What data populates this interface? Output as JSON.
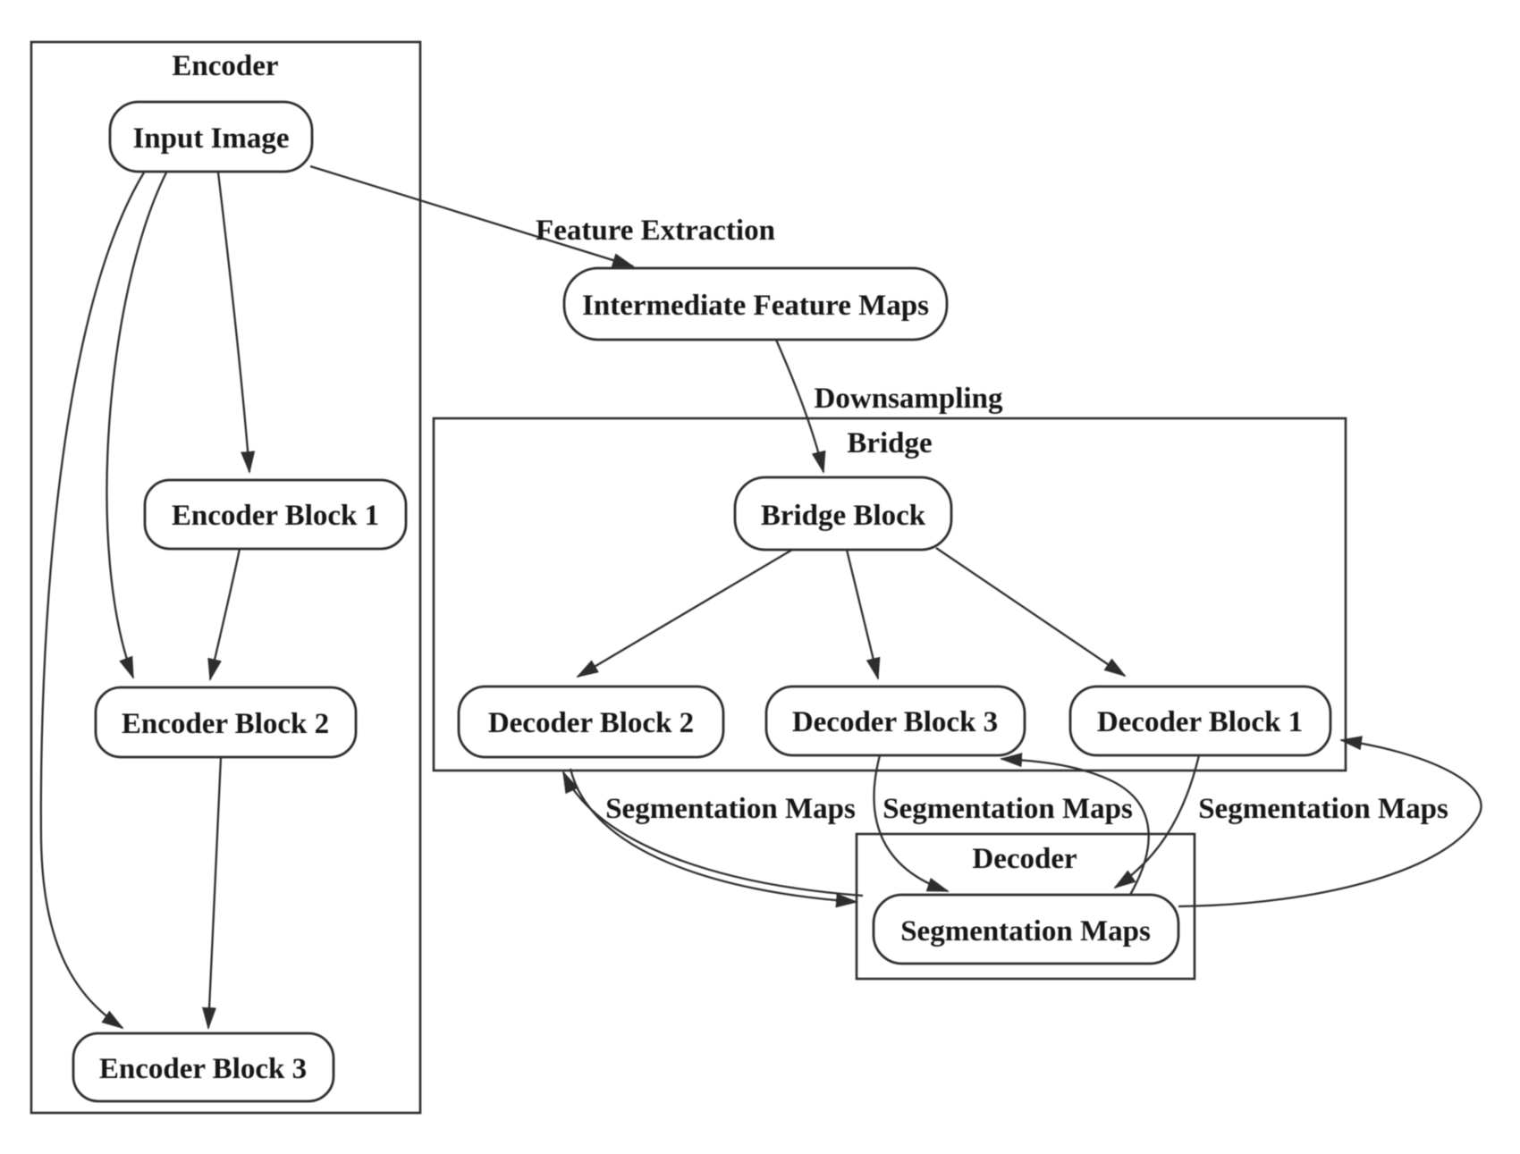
{
  "figure": {
    "colors": {
      "background": "#ffffff",
      "line": "#2d2d2d",
      "text": "#161616"
    },
    "clusters": {
      "encoder": {
        "label": "Encoder"
      },
      "bridge": {
        "label": "Bridge"
      },
      "decoder": {
        "label": "Decoder"
      }
    },
    "nodes": {
      "input_image": {
        "label": "Input Image"
      },
      "encoder_block_1": {
        "label": "Encoder Block 1"
      },
      "encoder_block_2": {
        "label": "Encoder Block 2"
      },
      "encoder_block_3": {
        "label": "Encoder Block 3"
      },
      "intermediate_feature_maps": {
        "label": "Intermediate Feature Maps"
      },
      "bridge_block": {
        "label": "Bridge Block"
      },
      "decoder_block_2": {
        "label": "Decoder Block 2"
      },
      "decoder_block_3": {
        "label": "Decoder Block 3"
      },
      "decoder_block_1": {
        "label": "Decoder Block 1"
      },
      "segmentation_maps": {
        "label": "Segmentation Maps"
      }
    },
    "edge_labels": {
      "feature_extraction": {
        "label": "Feature Extraction"
      },
      "downsampling": {
        "label": "Downsampling"
      },
      "seg_maps_db2": {
        "label": "Segmentation Maps"
      },
      "seg_maps_db3": {
        "label": "Segmentation Maps"
      },
      "seg_maps_db1": {
        "label": "Segmentation Maps"
      }
    }
  }
}
